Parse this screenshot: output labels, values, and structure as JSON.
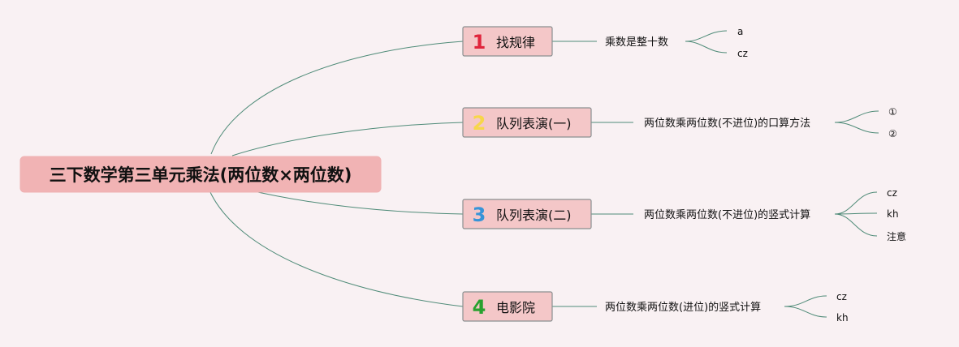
{
  "root": {
    "label": "三下数学第三单元乘法(两位数×两位数)"
  },
  "branches": [
    {
      "number": "1",
      "label": "找规律",
      "number_color": "#e0253c",
      "sub": "乘数是整十数",
      "leaves": [
        "a",
        "cz"
      ]
    },
    {
      "number": "2",
      "label": "队列表演(一)",
      "number_color": "#f7d64a",
      "sub": "两位数乘两位数(不进位)的口算方法",
      "leaves": [
        "①",
        "②"
      ]
    },
    {
      "number": "3",
      "label": "队列表演(二)",
      "number_color": "#3794d8",
      "sub": "两位数乘两位数(不进位)的竖式计算",
      "leaves": [
        "cz",
        "kh",
        "注意"
      ]
    },
    {
      "number": "4",
      "label": "电影院",
      "number_color": "#27a12f",
      "sub": "两位数乘两位数(进位)的竖式计算",
      "leaves": [
        "cz",
        "kh"
      ]
    }
  ]
}
